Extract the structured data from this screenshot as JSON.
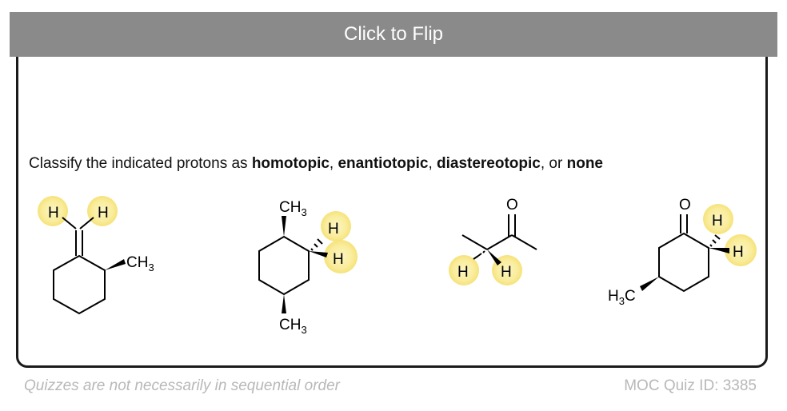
{
  "card": {
    "flip_label": "Click to Flip",
    "question": {
      "prefix": "Classify the indicated protons as ",
      "term1": "homotopic",
      "sep1": ", ",
      "term2": "enantiotopic",
      "sep2": ", ",
      "term3": "diastereotopic",
      "sep3": ", or ",
      "term4": "none"
    }
  },
  "structures": {
    "labels": {
      "h": "H",
      "ch3": "CH",
      "sub3": "3",
      "o": "O",
      "h3c_h": "H",
      "h3c_c": "C"
    }
  },
  "footer": {
    "note": "Quizzes are not necessarily in sequential order",
    "quiz_id": "MOC Quiz ID: 3385"
  },
  "colors": {
    "flip_bar": "#8a8a8a",
    "highlight": "#fbf0a8",
    "footer_text": "#b8b8b8"
  }
}
